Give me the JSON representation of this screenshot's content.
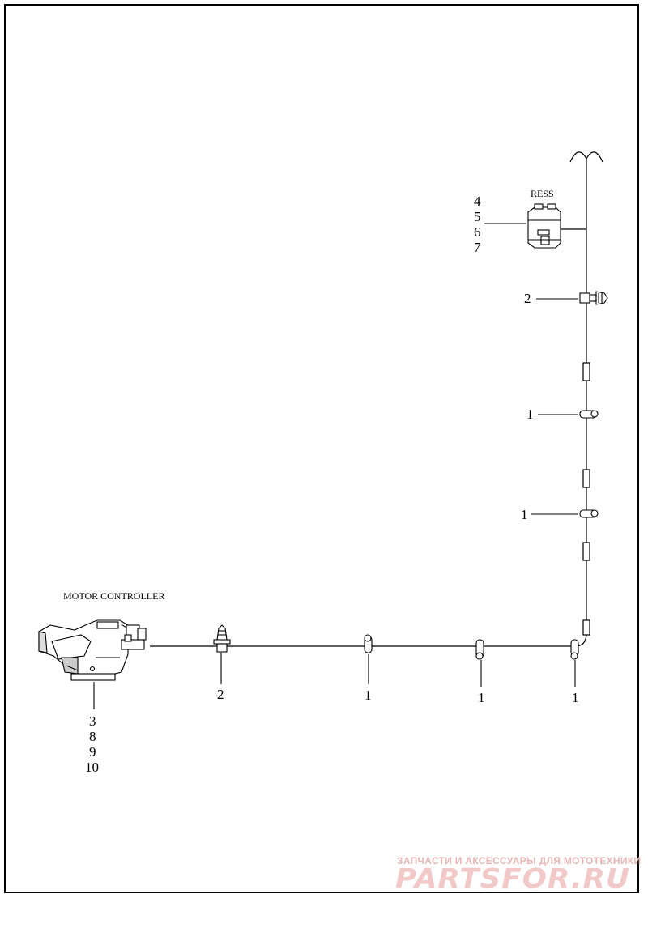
{
  "labels": {
    "ress": "RESS",
    "motor_controller": "MOTOR CONTROLLER"
  },
  "callouts": {
    "ress_items": [
      "4",
      "5",
      "6",
      "7"
    ],
    "motor_controller_items": [
      "3",
      "8",
      "9",
      "10"
    ],
    "clip_upper_right": "2",
    "clip_vert_1": "1",
    "clip_vert_2": "1",
    "clip_lower_left": "2",
    "clip_horiz_1": "1",
    "clip_horiz_2": "1",
    "clip_corner": "1"
  },
  "watermark": {
    "top_text": "ЗАПЧАСТИ И АКСЕССУАРЫ ДЛЯ МОТОТЕХНИКИ",
    "brand_text": "PARTSFOR.RU"
  }
}
